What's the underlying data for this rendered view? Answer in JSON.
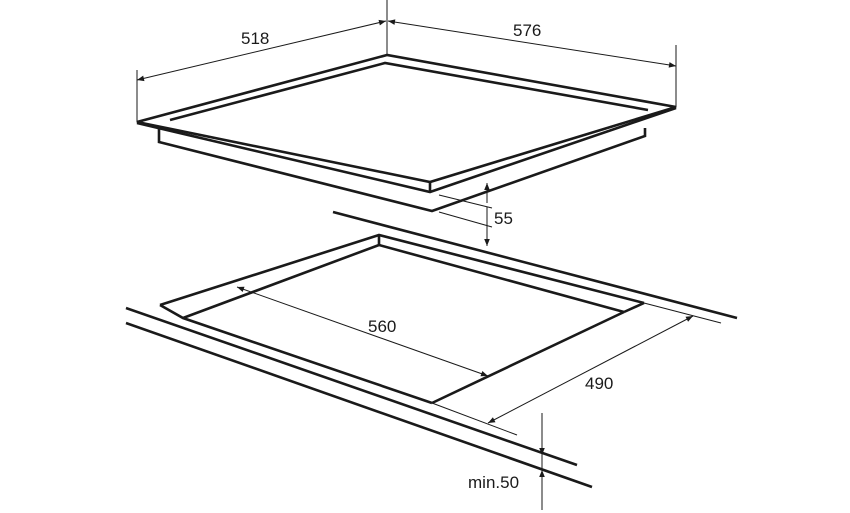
{
  "dimensions": {
    "hob_depth": "518",
    "hob_width": "576",
    "hob_height": "55",
    "cutout_width": "560",
    "cutout_depth": "490",
    "min_clearance": "min.50"
  },
  "colors": {
    "line": "#1a1a1a",
    "background": "#ffffff"
  }
}
